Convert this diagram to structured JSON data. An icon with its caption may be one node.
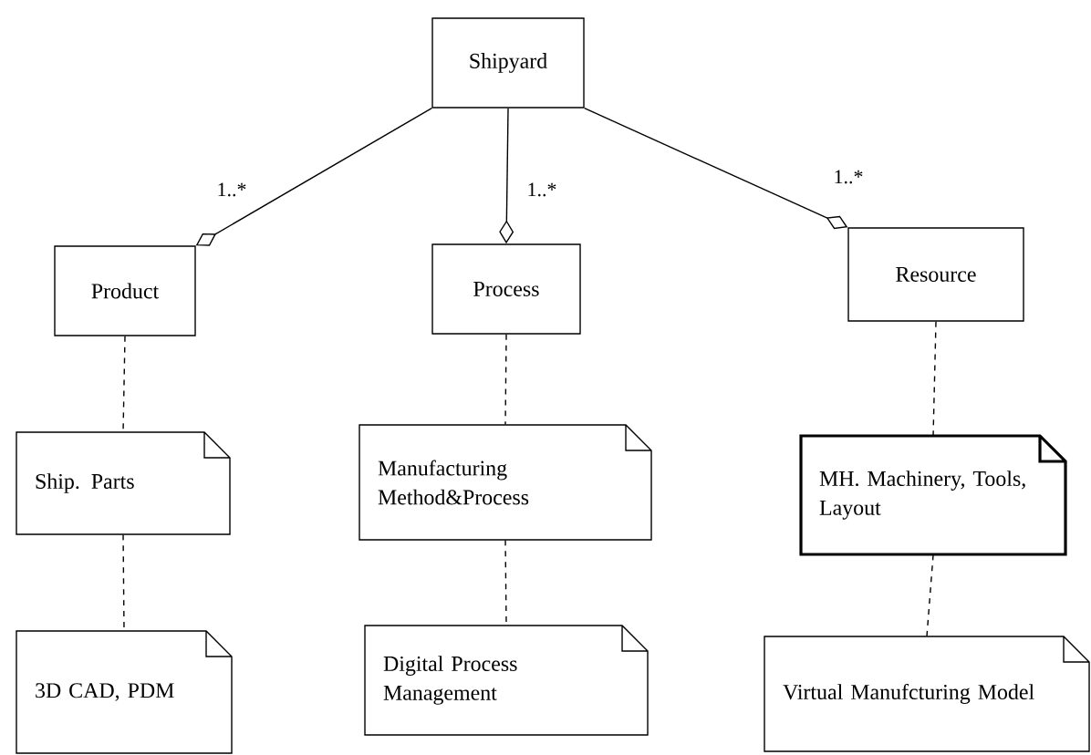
{
  "diagram": {
    "nodes": [
      {
        "text": [
          "Shipyard"
        ]
      },
      {
        "text": [
          "Product"
        ]
      },
      {
        "text": [
          "Process"
        ]
      },
      {
        "text": [
          "Resource"
        ]
      },
      {
        "text": [
          "Ship. Parts"
        ]
      },
      {
        "text": [
          "3D CAD, PDM"
        ]
      },
      {
        "text": [
          "Manufacturing Method&Process"
        ]
      },
      {
        "text": [
          "Digital Process Management"
        ]
      },
      {
        "text": [
          "MH. Machinery, Tools, Layout"
        ]
      },
      {
        "text": [
          "Virtual Manufcturing Model"
        ]
      }
    ],
    "edges": [
      {
        "from": 0,
        "to": 1,
        "arrow": "other",
        "label": "1..*"
      },
      {
        "from": 0,
        "to": 2,
        "arrow": "other",
        "label": "1..*"
      },
      {
        "from": 0,
        "to": 3,
        "arrow": "other",
        "label": "1..*"
      },
      {
        "from": 1,
        "to": 4,
        "arrow": "none",
        "style": "dashed"
      },
      {
        "from": 4,
        "to": 5,
        "arrow": "none",
        "style": "dashed"
      },
      {
        "from": 2,
        "to": 6,
        "arrow": "none",
        "style": "dashed"
      },
      {
        "from": 6,
        "to": 7,
        "arrow": "none",
        "style": "dashed"
      },
      {
        "from": 3,
        "to": 8,
        "arrow": "none",
        "style": "dashed"
      },
      {
        "from": 8,
        "to": 9,
        "arrow": "none",
        "style": "dashed"
      }
    ]
  }
}
